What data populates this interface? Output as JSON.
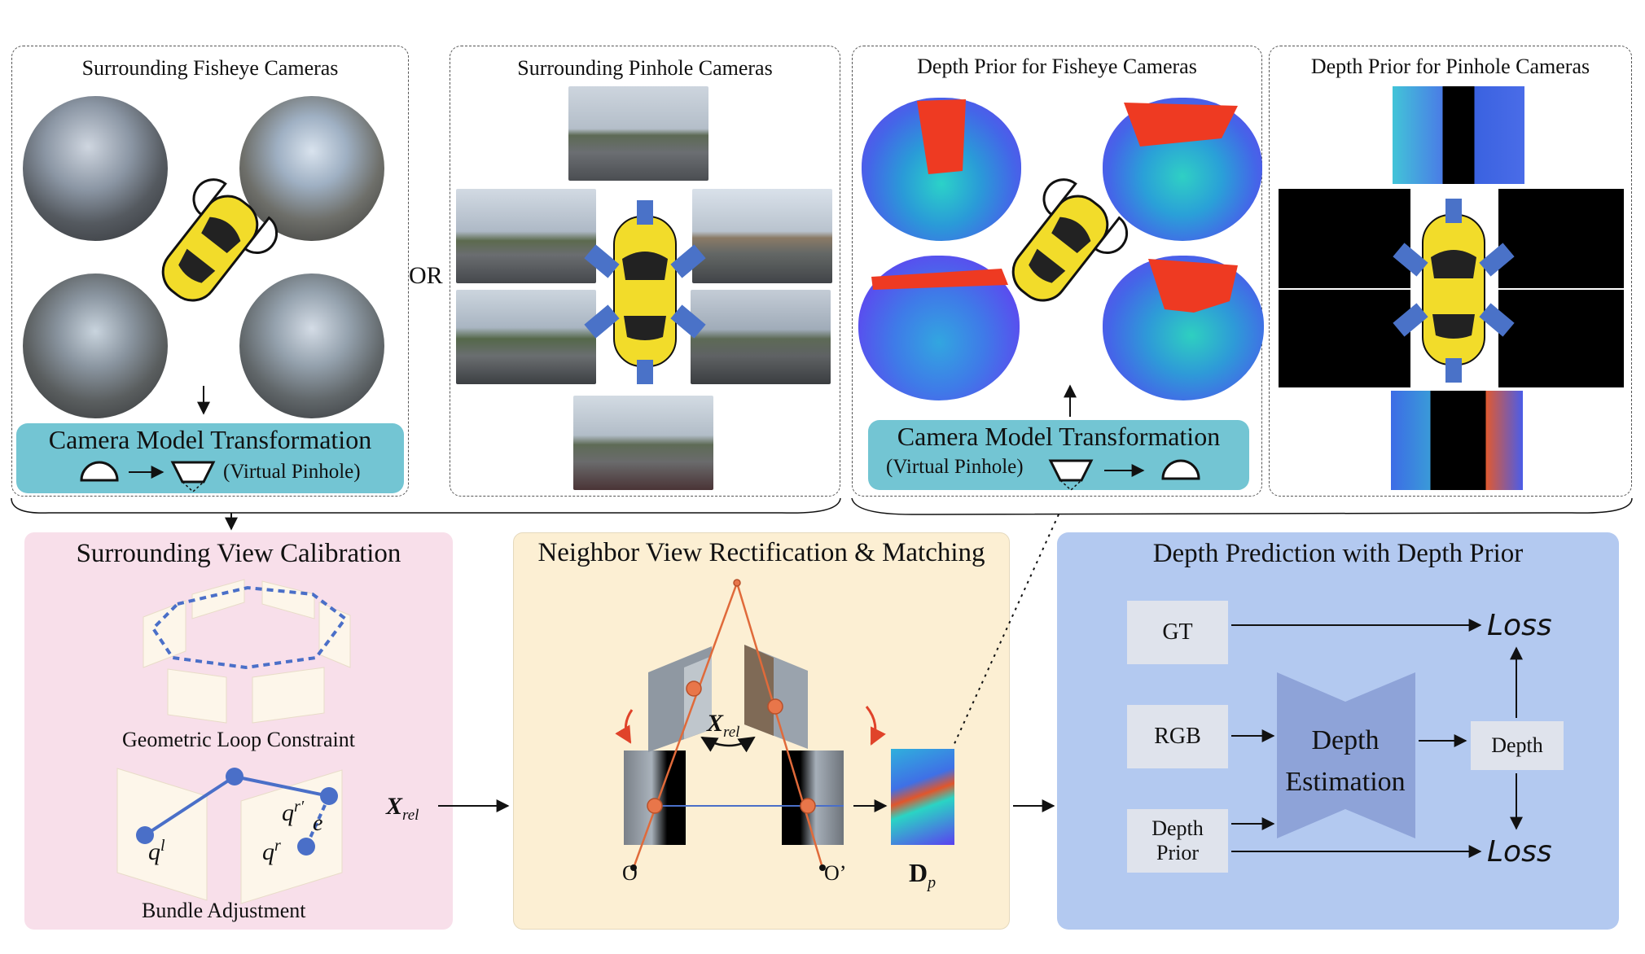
{
  "panels": {
    "fisheye_title": "Surrounding Fisheye Cameras",
    "or_label": "OR",
    "pinhole_title": "Surrounding Pinhole Cameras",
    "depth_fisheye_title": "Depth Prior for Fisheye Cameras",
    "depth_pinhole_title": "Depth Prior for Pinhole Cameras"
  },
  "transform_left": {
    "title": "Camera Model Transformation",
    "sub": "(Virtual Pinhole)"
  },
  "transform_right": {
    "title": "Camera Model Transformation",
    "sub": "(Virtual Pinhole)"
  },
  "calibration": {
    "title": "Surrounding View Calibration",
    "loop": "Geometric Loop Constraint",
    "bundle": "Bundle Adjustment",
    "ql": "q",
    "ql_sup": "l",
    "qr": "q",
    "qr_sup": "r",
    "qrp": "q",
    "qrp_sup": "r′",
    "e": "e"
  },
  "xrel_between": {
    "main": "X",
    "sub": "rel"
  },
  "rectification": {
    "title": "Neighbor View Rectification & Matching",
    "xrel_main": "X",
    "xrel_sub": "rel",
    "o": "O",
    "op": "O’",
    "dp_main": "D",
    "dp_sub": "p"
  },
  "depth_prediction": {
    "title": "Depth Prediction with Depth Prior",
    "gt": "GT",
    "rgb": "RGB",
    "depth_prior": "Depth Prior",
    "depth_estimation": "Depth Estimation",
    "depth": "Depth",
    "loss_top": "Loss",
    "loss_bottom": "Loss"
  },
  "colors": {
    "teal": "#73c5d3",
    "pink": "#f8dfea",
    "yellow": "#fcefd3",
    "blue_panel": "#b3c9f0",
    "box": "#dfe3ec",
    "funnel": "#8ea3d8",
    "car": "#f2dc2a",
    "cam_blue": "#4a72c8",
    "orange": "#e06a3a"
  }
}
